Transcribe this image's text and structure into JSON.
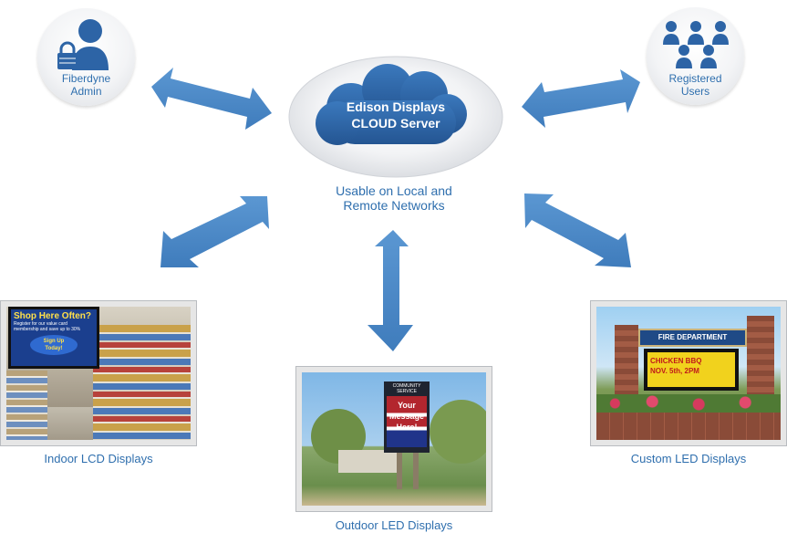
{
  "admin": {
    "label_line1": "Fiberdyne",
    "label_line2": "Admin"
  },
  "users": {
    "label_line1": "Registered",
    "label_line2": "Users"
  },
  "cloud": {
    "line1": "Edison Displays",
    "line2": "CLOUD Server"
  },
  "network_note": {
    "line1": "Usable on Local and",
    "line2": "Remote Networks"
  },
  "indoor": {
    "caption": "Indoor LCD Displays",
    "sign_title": "Shop Here Often?",
    "sign_sub1": "Register for our value card",
    "sign_sub2": "membership and save up to 30%",
    "sign_button1": "Sign Up",
    "sign_button2": "Today!"
  },
  "outdoor": {
    "caption": "Outdoor LED Displays",
    "sign_header": "COMMUNITY SERVICE",
    "sign_line1": "Your",
    "sign_line2": "Message",
    "sign_line3": "Here!"
  },
  "custom": {
    "caption": "Custom LED Displays",
    "sign_header": "FIRE DEPARTMENT",
    "sign_line1": "CHICKEN BBQ",
    "sign_line2": "NOV. 5th, 2PM"
  },
  "colors": {
    "accent": "#2f6fae",
    "arrow": "#4a88c7",
    "cloud": "#2d64a6"
  }
}
